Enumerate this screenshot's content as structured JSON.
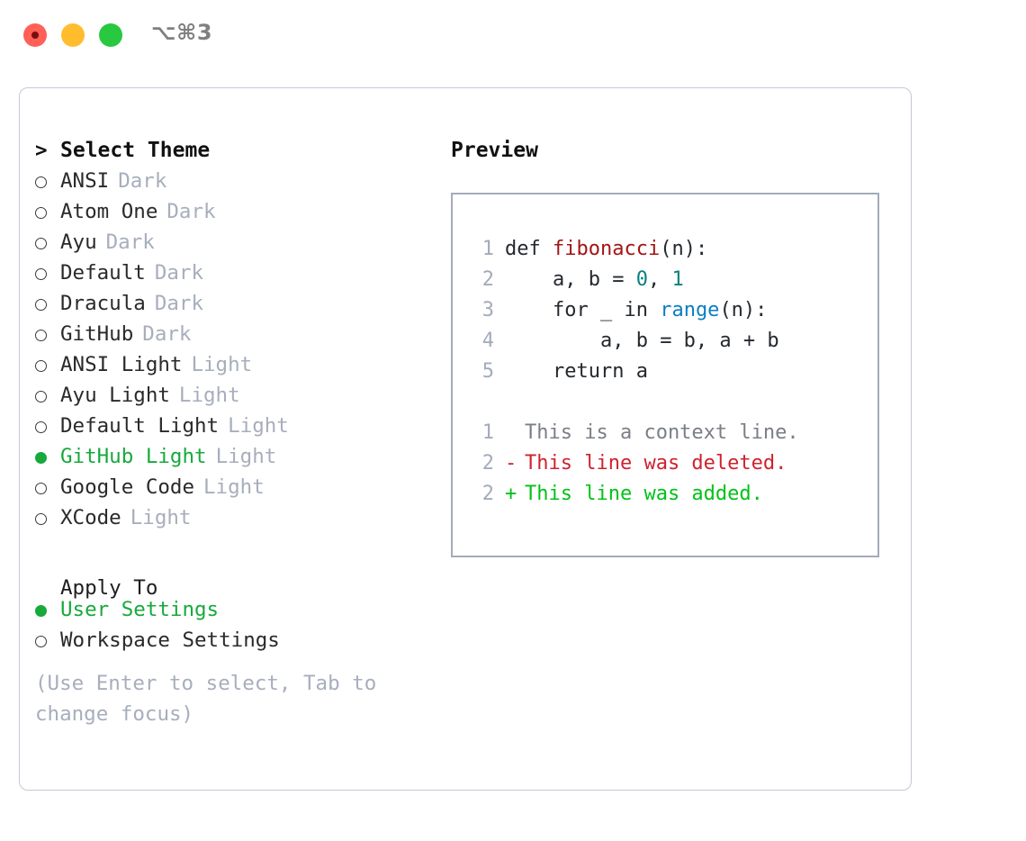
{
  "window": {
    "shortcut": "⌥⌘3",
    "traffic_lights": [
      "close",
      "minimize",
      "maximize"
    ],
    "colors": {
      "close": "#ff6058",
      "minimize": "#ffbd2e",
      "maximize": "#28c840",
      "accent_green": "#17a93c",
      "muted": "#a7aebc",
      "panel_border": "#c3c9d4",
      "preview_border": "#a3abbb"
    }
  },
  "theme_picker": {
    "heading": "Select Theme",
    "caret": ">",
    "items": [
      {
        "label": "ANSI",
        "variant": "Dark",
        "selected": false
      },
      {
        "label": "Atom One",
        "variant": "Dark",
        "selected": false
      },
      {
        "label": "Ayu",
        "variant": "Dark",
        "selected": false
      },
      {
        "label": "Default",
        "variant": "Dark",
        "selected": false
      },
      {
        "label": "Dracula",
        "variant": "Dark",
        "selected": false
      },
      {
        "label": "GitHub",
        "variant": "Dark",
        "selected": false
      },
      {
        "label": "ANSI Light",
        "variant": "Light",
        "selected": false
      },
      {
        "label": "Ayu Light",
        "variant": "Light",
        "selected": false
      },
      {
        "label": "Default Light",
        "variant": "Light",
        "selected": false
      },
      {
        "label": "GitHub Light",
        "variant": "Light",
        "selected": true
      },
      {
        "label": "Google Code",
        "variant": "Light",
        "selected": false
      },
      {
        "label": "XCode",
        "variant": "Light",
        "selected": false
      }
    ]
  },
  "apply_to": {
    "heading": "Apply To",
    "items": [
      {
        "label": "User Settings",
        "selected": true
      },
      {
        "label": "Workspace Settings",
        "selected": false
      }
    ]
  },
  "hint": "(Use Enter to select, Tab to change focus)",
  "preview": {
    "title": "Preview",
    "code_lines": [
      {
        "num": "1",
        "indent": "",
        "parts": [
          {
            "text": "def ",
            "kind": "plain"
          },
          {
            "text": "fibonacci",
            "kind": "fn"
          },
          {
            "text": "(n):",
            "kind": "plain"
          }
        ]
      },
      {
        "num": "2",
        "indent": "    ",
        "parts": [
          {
            "text": "a, b = ",
            "kind": "plain"
          },
          {
            "text": "0",
            "kind": "num"
          },
          {
            "text": ", ",
            "kind": "plain"
          },
          {
            "text": "1",
            "kind": "num"
          }
        ]
      },
      {
        "num": "3",
        "indent": "    ",
        "parts": [
          {
            "text": "for _ in ",
            "kind": "plain"
          },
          {
            "text": "range",
            "kind": "blue"
          },
          {
            "text": "(n):",
            "kind": "plain"
          }
        ]
      },
      {
        "num": "4",
        "indent": "        ",
        "parts": [
          {
            "text": "a, b = b, a + b",
            "kind": "plain"
          }
        ]
      },
      {
        "num": "5",
        "indent": "    ",
        "parts": [
          {
            "text": "return a",
            "kind": "plain"
          }
        ]
      }
    ],
    "diff_lines": [
      {
        "num": "1",
        "mark": " ",
        "text": "This is a context line.",
        "kind": "ctx"
      },
      {
        "num": "2",
        "mark": "-",
        "text": "This line was deleted.",
        "kind": "del"
      },
      {
        "num": "2",
        "mark": "+",
        "text": "This line was added.",
        "kind": "add"
      }
    ]
  }
}
